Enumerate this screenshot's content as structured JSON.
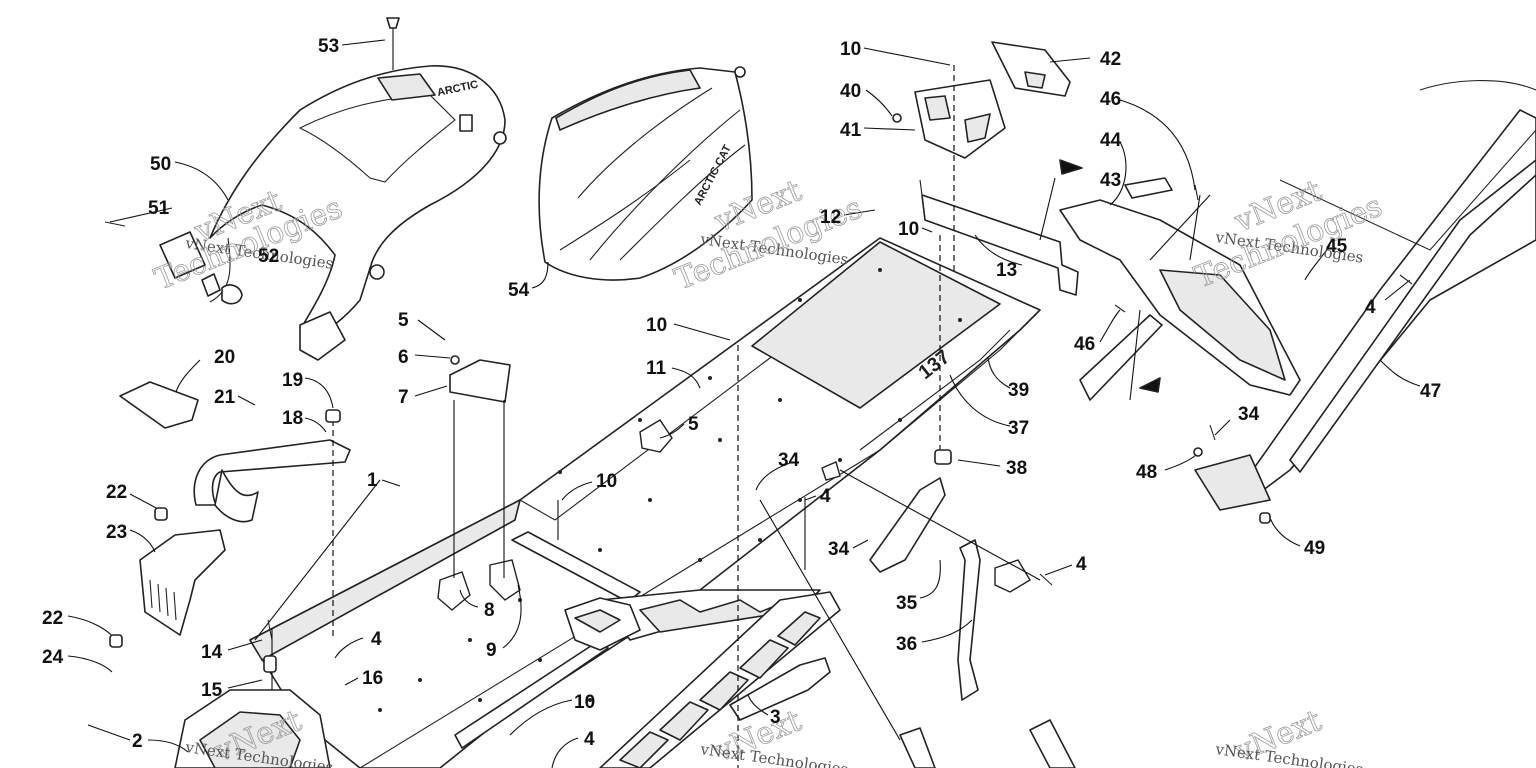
{
  "diagram": {
    "callouts": [
      {
        "id": "c53",
        "text": "53"
      },
      {
        "id": "c50",
        "text": "50"
      },
      {
        "id": "c51",
        "text": "51"
      },
      {
        "id": "c52",
        "text": "52"
      },
      {
        "id": "c54",
        "text": "54"
      },
      {
        "id": "c10a",
        "text": "10"
      },
      {
        "id": "c40",
        "text": "40"
      },
      {
        "id": "c41",
        "text": "41"
      },
      {
        "id": "c42",
        "text": "42"
      },
      {
        "id": "c12",
        "text": "12"
      },
      {
        "id": "c10b",
        "text": "10"
      },
      {
        "id": "c13",
        "text": "13"
      },
      {
        "id": "c46a",
        "text": "46"
      },
      {
        "id": "c44",
        "text": "44"
      },
      {
        "id": "c43",
        "text": "43"
      },
      {
        "id": "c45",
        "text": "45"
      },
      {
        "id": "c46b",
        "text": "46"
      },
      {
        "id": "c4a",
        "text": "4"
      },
      {
        "id": "c47",
        "text": "47"
      },
      {
        "id": "c34a",
        "text": "34"
      },
      {
        "id": "c48",
        "text": "48"
      },
      {
        "id": "c49",
        "text": "49"
      },
      {
        "id": "c5a",
        "text": "5"
      },
      {
        "id": "c6",
        "text": "6"
      },
      {
        "id": "c7",
        "text": "7"
      },
      {
        "id": "c10c",
        "text": "10"
      },
      {
        "id": "c11",
        "text": "11"
      },
      {
        "id": "c39",
        "text": "39"
      },
      {
        "id": "c37",
        "text": "37"
      },
      {
        "id": "c38",
        "text": "38"
      },
      {
        "id": "c20",
        "text": "20"
      },
      {
        "id": "c21",
        "text": "21"
      },
      {
        "id": "c19",
        "text": "19"
      },
      {
        "id": "c18",
        "text": "18"
      },
      {
        "id": "c1",
        "text": "1"
      },
      {
        "id": "c5b",
        "text": "5"
      },
      {
        "id": "c34b",
        "text": "34"
      },
      {
        "id": "c10d",
        "text": "10"
      },
      {
        "id": "c4b",
        "text": "4"
      },
      {
        "id": "c22a",
        "text": "22"
      },
      {
        "id": "c23",
        "text": "23"
      },
      {
        "id": "c34c",
        "text": "34"
      },
      {
        "id": "c4c",
        "text": "4"
      },
      {
        "id": "c35",
        "text": "35"
      },
      {
        "id": "c8",
        "text": "8"
      },
      {
        "id": "c9",
        "text": "9"
      },
      {
        "id": "c36",
        "text": "36"
      },
      {
        "id": "c22b",
        "text": "22"
      },
      {
        "id": "c24",
        "text": "24"
      },
      {
        "id": "c14",
        "text": "14"
      },
      {
        "id": "c4d",
        "text": "4"
      },
      {
        "id": "c16",
        "text": "16"
      },
      {
        "id": "c15",
        "text": "15"
      },
      {
        "id": "c10e",
        "text": "10"
      },
      {
        "id": "c3",
        "text": "3"
      },
      {
        "id": "c2",
        "text": "2"
      },
      {
        "id": "c4e",
        "text": "4"
      }
    ],
    "decals": {
      "seat": "ARCTIC",
      "bag": "ARCTIC CAT",
      "tunnel": "137"
    },
    "watermark": {
      "brand": "vNext",
      "name": "vNext Technologies",
      "word": "Technologies"
    }
  }
}
